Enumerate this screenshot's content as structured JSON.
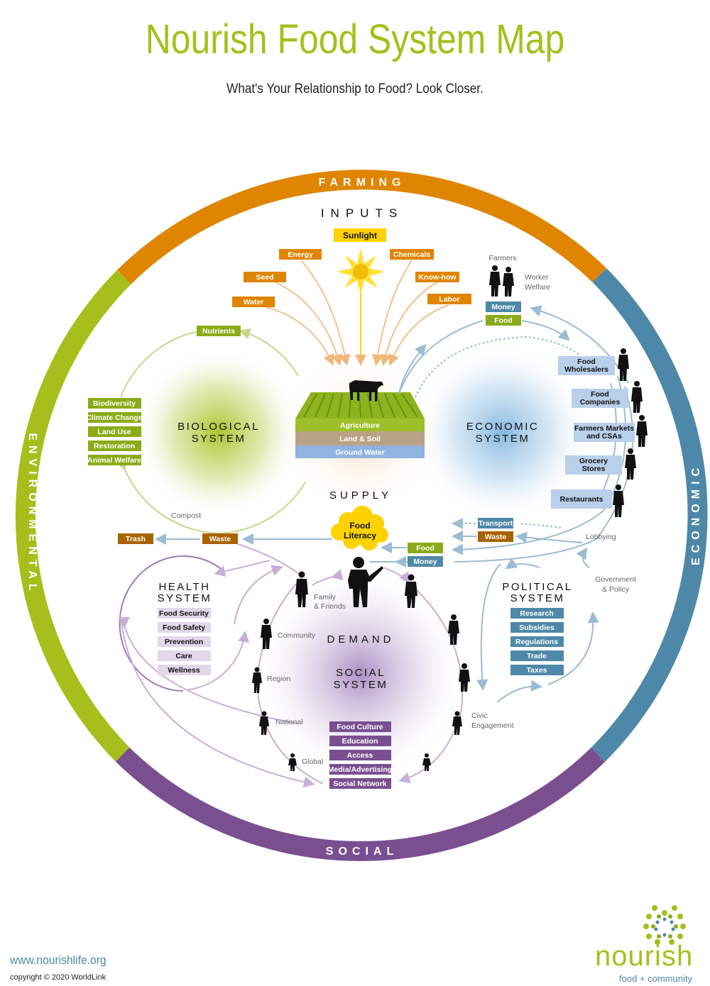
{
  "header": {
    "title": "Nourish Food System Map",
    "subtitle": "What's Your Relationship to Food? Look Closer."
  },
  "colors": {
    "farming": "#df8500",
    "economic": "#4e88a8",
    "social": "#7a4f90",
    "environmental": "#a6bf1c",
    "title_green": "#a6bf1c",
    "sunlight": "#ffd200",
    "brown": "#a86200",
    "steel_blue": "#4e88a8",
    "light_blue_box": "#b9cfea",
    "health_box": "#e2d7eb",
    "social_box": "#7a4f90"
  },
  "ring": {
    "farming": "FARMING",
    "economic": "ECONOMIC",
    "social": "SOCIAL",
    "environmental": "ENVIRONMENTAL"
  },
  "inputs": {
    "heading": "INPUTS",
    "sunlight": "Sunlight",
    "left": [
      "Energy",
      "Seed",
      "Water"
    ],
    "right": [
      "Chemicals",
      "Know-how",
      "Labor"
    ]
  },
  "farm": {
    "layers": [
      "Agriculture",
      "Land & Soil",
      "Ground Water"
    ],
    "supply": "SUPPLY"
  },
  "biological": {
    "title_line1": "BIOLOGICAL",
    "title_line2": "SYSTEM",
    "nutrients": "Nutrients",
    "items": [
      "Biodiversity",
      "Climate Change",
      "Land Use",
      "Restoration",
      "Animal Welfare"
    ],
    "compost": "Compost",
    "waste": "Waste",
    "trash": "Trash"
  },
  "economic": {
    "title_line1": "ECONOMIC",
    "title_line2": "SYSTEM",
    "farmers": "Farmers",
    "worker_welfare_1": "Worker",
    "worker_welfare_2": "Welfare",
    "money": "Money",
    "food": "Food",
    "actors": [
      {
        "line1": "Food",
        "line2": "Wholesalers"
      },
      {
        "line1": "Food",
        "line2": "Companies"
      },
      {
        "line1": "Farmers Markets",
        "line2": "and CSAs"
      },
      {
        "line1": "Grocery",
        "line2": "Stores"
      },
      {
        "line1": "Restaurants",
        "line2": ""
      }
    ],
    "transport": "Transport",
    "waste": "Waste",
    "lobbying": "Lobbying"
  },
  "consumer": {
    "food_literacy_1": "Food",
    "food_literacy_2": "Literacy",
    "food": "Food",
    "money": "Money"
  },
  "health": {
    "title_line1": "HEALTH",
    "title_line2": "SYSTEM",
    "items": [
      "Food Security",
      "Food Safety",
      "Prevention",
      "Care",
      "Wellness"
    ]
  },
  "political": {
    "title_line1": "POLITICAL",
    "title_line2": "SYSTEM",
    "items": [
      "Research",
      "Subsidies",
      "Regulations",
      "Trade",
      "Taxes"
    ],
    "gov_1": "Government",
    "gov_2": "& Policy",
    "civic_1": "Civic",
    "civic_2": "Engagement"
  },
  "social": {
    "demand": "DEMAND",
    "title_line1": "SOCIAL",
    "title_line2": "SYSTEM",
    "family_1": "Family",
    "family_2": "& Friends",
    "community": "Community",
    "region": "Region",
    "national": "National",
    "global": "Global",
    "items": [
      "Food Culture",
      "Education",
      "Access",
      "Media/Advertising",
      "Social Network"
    ]
  },
  "footer": {
    "url": "www.nourishlife.org",
    "copyright": "copyright © 2020 WorldLink",
    "logo_word": "nourish",
    "logo_tagline": "food + community"
  }
}
